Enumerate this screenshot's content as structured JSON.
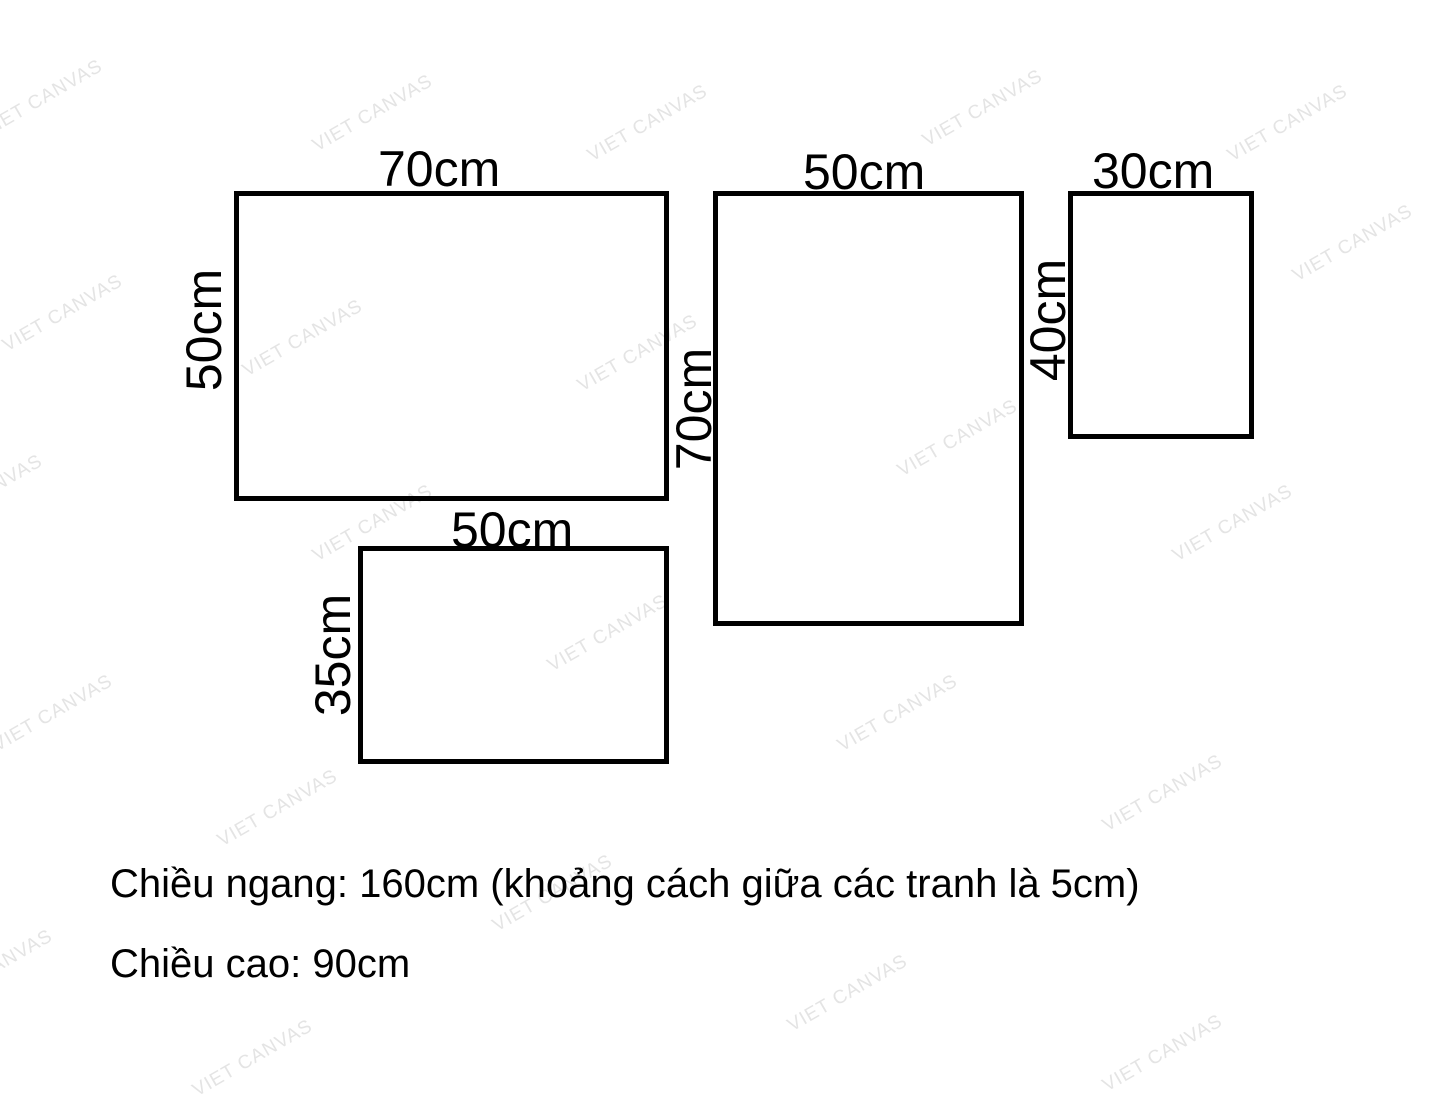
{
  "watermark": "VIET CANVAS",
  "frames": [
    {
      "id": "frame-1",
      "width_label": "70cm",
      "height_label": "50cm"
    },
    {
      "id": "frame-2",
      "width_label": "50cm",
      "height_label": "70cm"
    },
    {
      "id": "frame-3",
      "width_label": "30cm",
      "height_label": "40cm"
    },
    {
      "id": "frame-4",
      "width_label": "50cm",
      "height_label": "35cm"
    }
  ],
  "notes": {
    "width": "Chiều ngang: 160cm (khoảng cách giữa các tranh là 5cm)",
    "height": "Chiều cao: 90cm"
  }
}
